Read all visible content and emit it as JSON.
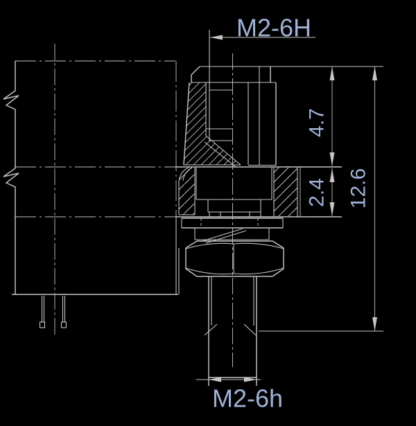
{
  "labels": {
    "thread_top": "M2-6H",
    "thread_bottom": "M2-6h"
  },
  "dimensions": {
    "insert_height": "4.7",
    "panel_thickness": "2.4",
    "overall_length": "12.6"
  },
  "colors": {
    "background": "#000000",
    "line": "#c5c5c5",
    "text": "#9fb2d6"
  }
}
